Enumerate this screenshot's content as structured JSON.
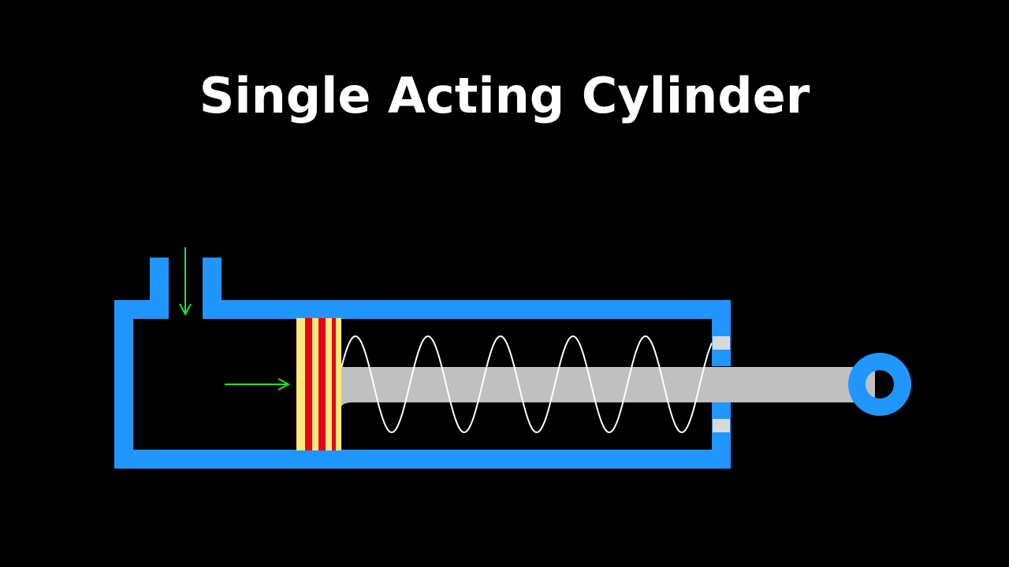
{
  "title": "Single Acting Cylinder",
  "colors": {
    "background": "#000000",
    "cylinder_body": "#2196FF",
    "piston_yellow": "#FFE97A",
    "piston_red": "#E8001C",
    "rod": "#C0C0C0",
    "seal": "#D9D9D9",
    "spring": "#FFFFFF",
    "flow_arrow": "#22E22A",
    "title_text": "#FFFFFF"
  },
  "components": {
    "inlet_port": "inlet-port",
    "cylinder_barrel": "cylinder-barrel",
    "piston": "piston",
    "piston_rod": "piston-rod",
    "return_spring": "return-spring",
    "rod_seals": "rod-seals",
    "rod_eye": "rod-eye",
    "inlet_flow_arrow": "down-arrow",
    "piston_push_arrow": "right-arrow"
  }
}
